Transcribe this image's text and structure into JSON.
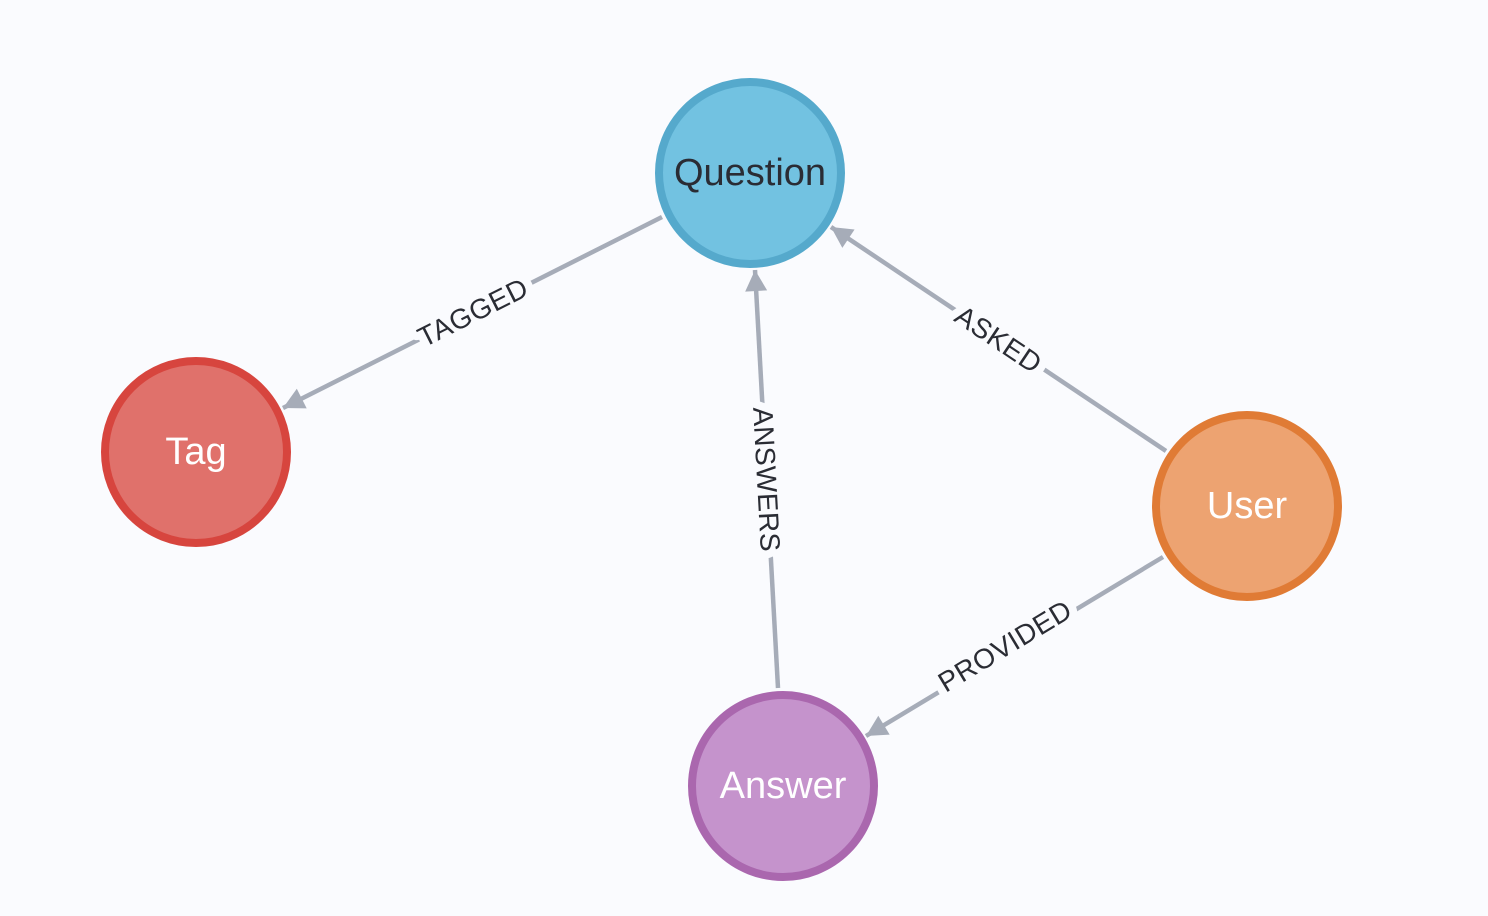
{
  "canvas": {
    "background": "#FAFBFE"
  },
  "graph": {
    "edge_color": "#A6ACB8",
    "caption_color": "#2A2C34",
    "nodes": [
      {
        "id": "question",
        "label": "Question",
        "fill": "#72C2E1",
        "border": "#55A9CC",
        "text_color": "#2A2C34"
      },
      {
        "id": "tag",
        "label": "Tag",
        "fill": "#E0716B",
        "border": "#D7453E",
        "text_color": "#FFFFFF"
      },
      {
        "id": "user",
        "label": "User",
        "fill": "#EDA371",
        "border": "#E07B35",
        "text_color": "#FFFFFF"
      },
      {
        "id": "answer",
        "label": "Answer",
        "fill": "#C593CC",
        "border": "#AA67AE",
        "text_color": "#FFFFFF"
      }
    ],
    "relationships": [
      {
        "type": "TAGGED",
        "from": "question",
        "to": "tag"
      },
      {
        "type": "ASKED",
        "from": "user",
        "to": "question"
      },
      {
        "type": "ANSWERS",
        "from": "answer",
        "to": "question"
      },
      {
        "type": "PROVIDED",
        "from": "user",
        "to": "answer"
      }
    ]
  }
}
